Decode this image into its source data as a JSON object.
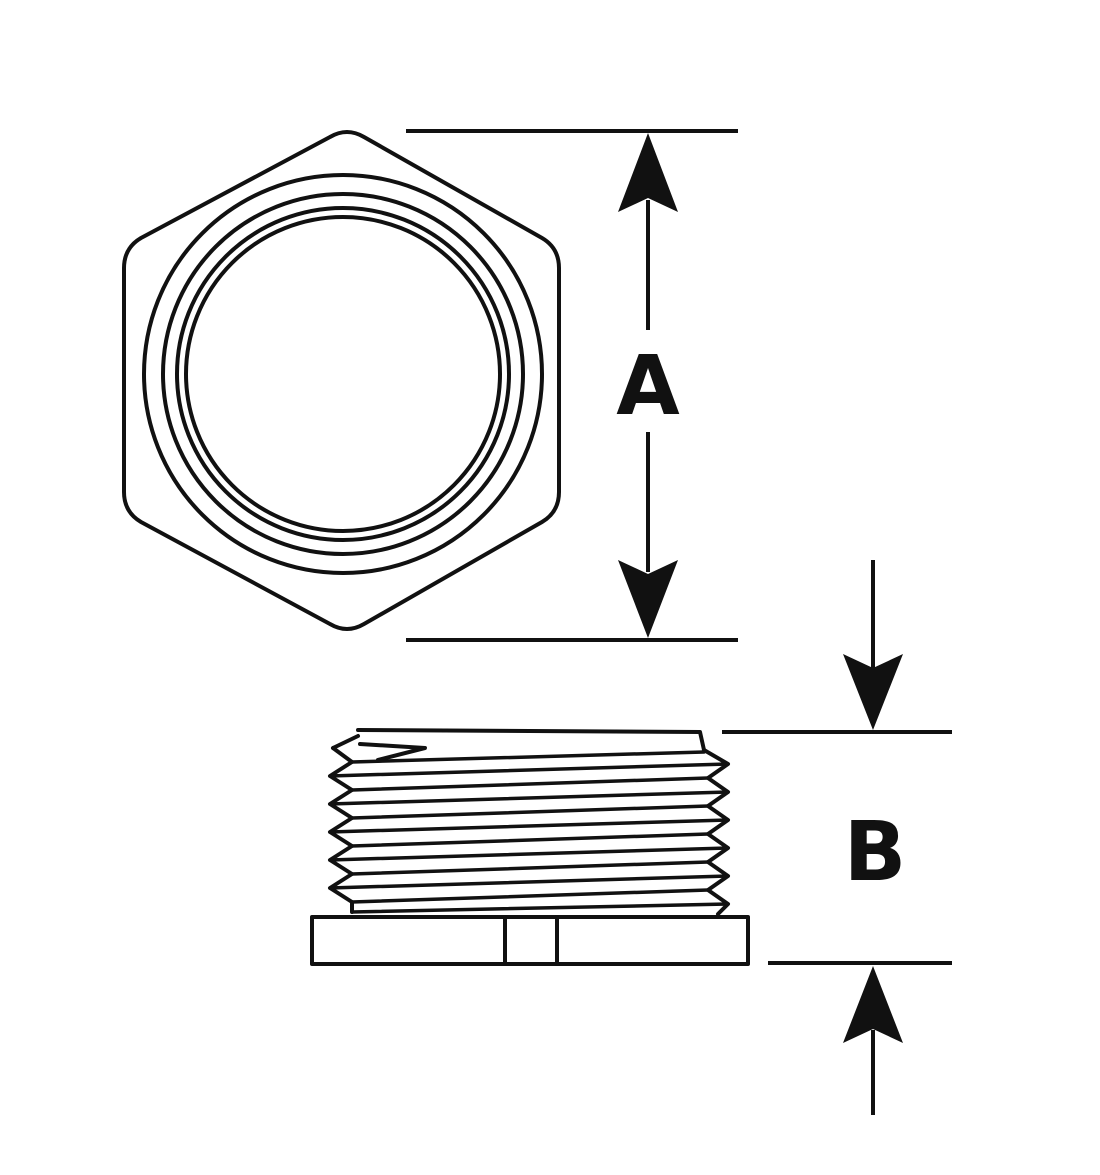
{
  "diagram": {
    "dimensions": [
      {
        "id": "A",
        "label": "A"
      },
      {
        "id": "B",
        "label": "B"
      }
    ],
    "colors": {
      "ink": "#111111",
      "background": "#ffffff"
    }
  }
}
